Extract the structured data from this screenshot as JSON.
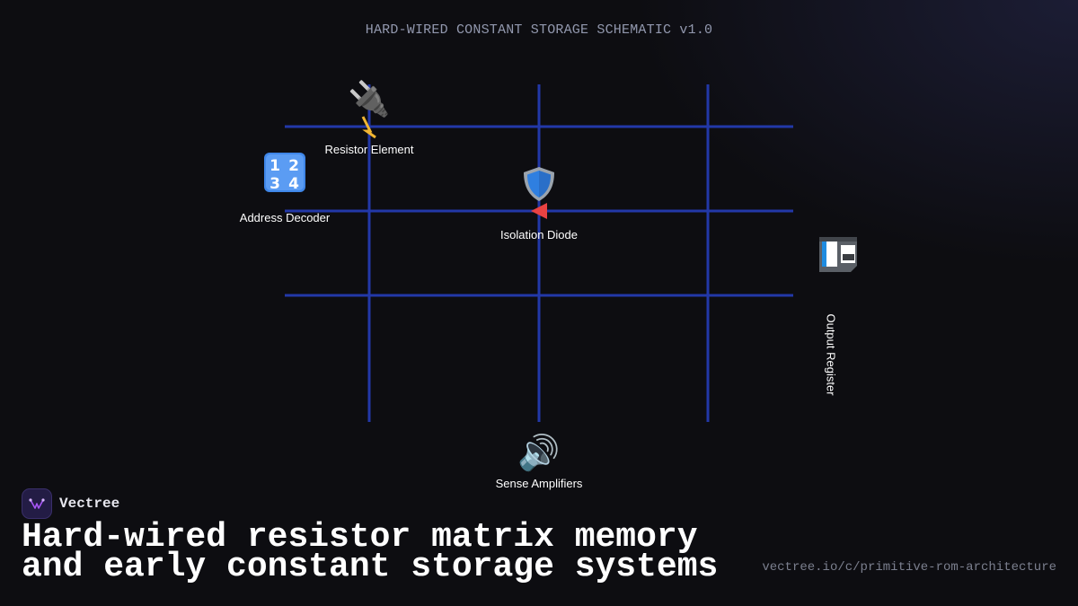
{
  "schematic": {
    "title": "HARD-WIRED CONSTANT STORAGE SCHEMATIC v1.0",
    "colors": {
      "grid": "#2238a8",
      "zigzag": "#f2b632",
      "diode_arrow": "#e94242"
    },
    "nodes": {
      "resistor": {
        "label": "Resistor Element",
        "icon": "plug-icon"
      },
      "decoder": {
        "label": "Address Decoder",
        "icon": "numbers-1234-icon"
      },
      "diode": {
        "label": "Isolation Diode",
        "icon": "shield-icon"
      },
      "register": {
        "label": "Output Register",
        "icon": "register-box-icon"
      },
      "amplifiers": {
        "label": "Sense Amplifiers",
        "icon": "speaker-icon"
      }
    }
  },
  "brand": {
    "name": "Vectree",
    "accent": "#a855f7"
  },
  "headline": "Hard-wired resistor matrix memory and early constant storage systems",
  "url": "vectree.io/c/primitive-rom-architecture"
}
